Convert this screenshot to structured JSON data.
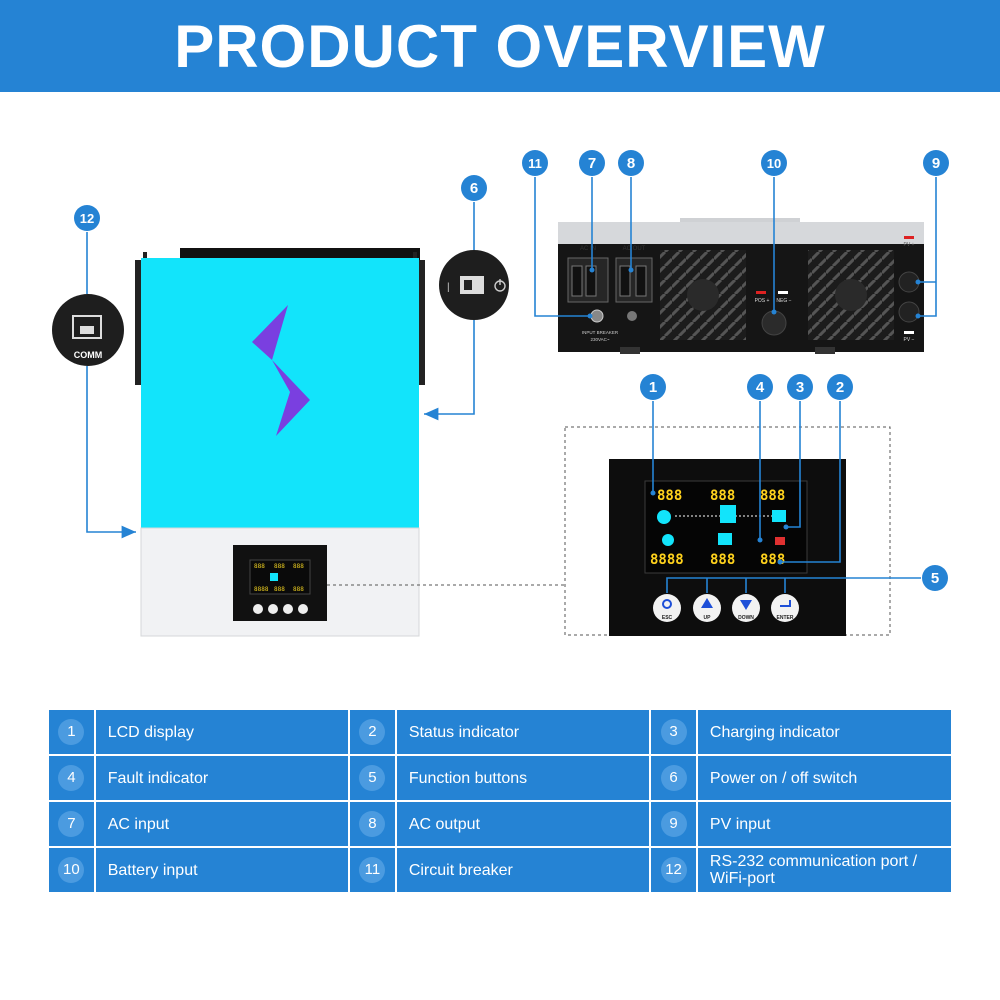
{
  "header": {
    "title": "PRODUCT OVERVIEW"
  },
  "callouts": [
    "1",
    "2",
    "3",
    "4",
    "5",
    "6",
    "7",
    "8",
    "9",
    "10",
    "11",
    "12"
  ],
  "device_labels": {
    "comm": "COMM",
    "ac_in": "AC IN",
    "ac_out": "AC OUT",
    "input_breaker": "INPUT BREAKER",
    "breaker_rating": "230VAC~",
    "pos": "POS +",
    "neg": "NEG −",
    "pv_plus": "PV +",
    "pv_minus": "PV −",
    "seg8": "888",
    "seg8_wide": "8888"
  },
  "buttons": {
    "esc": "ESC",
    "up": "UP",
    "down": "DOWN",
    "enter": "ENTER"
  },
  "colors": {
    "brand_blue": "#2583d4",
    "lcd_cyan": "#12e4fb",
    "logo_purple": "#7a3fe0"
  },
  "legend": [
    [
      {
        "num": "1",
        "label": "LCD display"
      },
      {
        "num": "2",
        "label": "Status indicator"
      },
      {
        "num": "3",
        "label": "Charging indicator"
      }
    ],
    [
      {
        "num": "4",
        "label": "Fault indicator"
      },
      {
        "num": "5",
        "label": "Function buttons"
      },
      {
        "num": "6",
        "label": "Power on / off switch"
      }
    ],
    [
      {
        "num": "7",
        "label": "AC input"
      },
      {
        "num": "8",
        "label": "AC output"
      },
      {
        "num": "9",
        "label": "PV input"
      }
    ],
    [
      {
        "num": "10",
        "label": "Battery input"
      },
      {
        "num": "11",
        "label": " Circuit breaker"
      },
      {
        "num": "12",
        "label": " RS-232 communication port / WiFi-port"
      }
    ]
  ]
}
